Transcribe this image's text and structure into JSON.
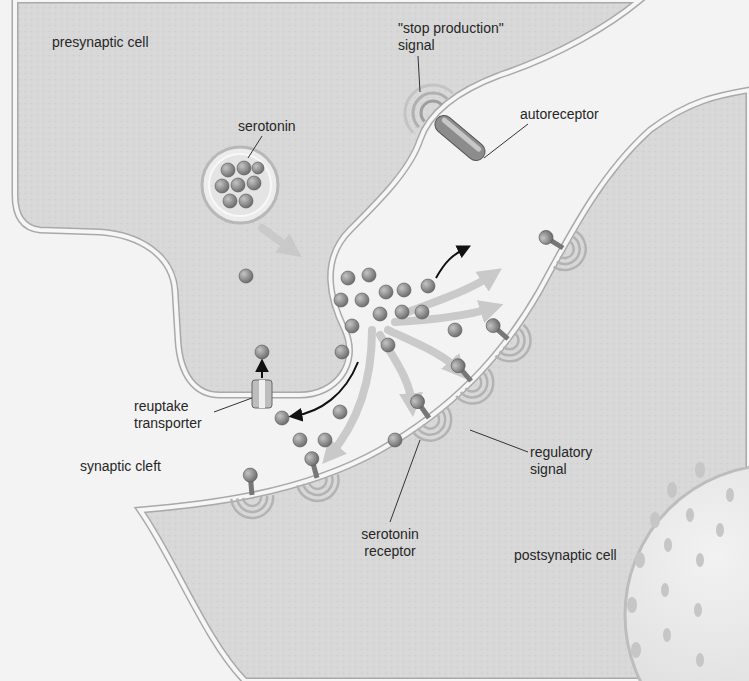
{
  "diagram": {
    "labels": [
      "presynaptic cell",
      "\"stop production\" signal",
      "serotonin",
      "autoreceptor",
      "reuptake transporter",
      "synaptic cleft",
      "regulatory signal",
      "serotonin receptor",
      "postsynaptic cell"
    ]
  }
}
